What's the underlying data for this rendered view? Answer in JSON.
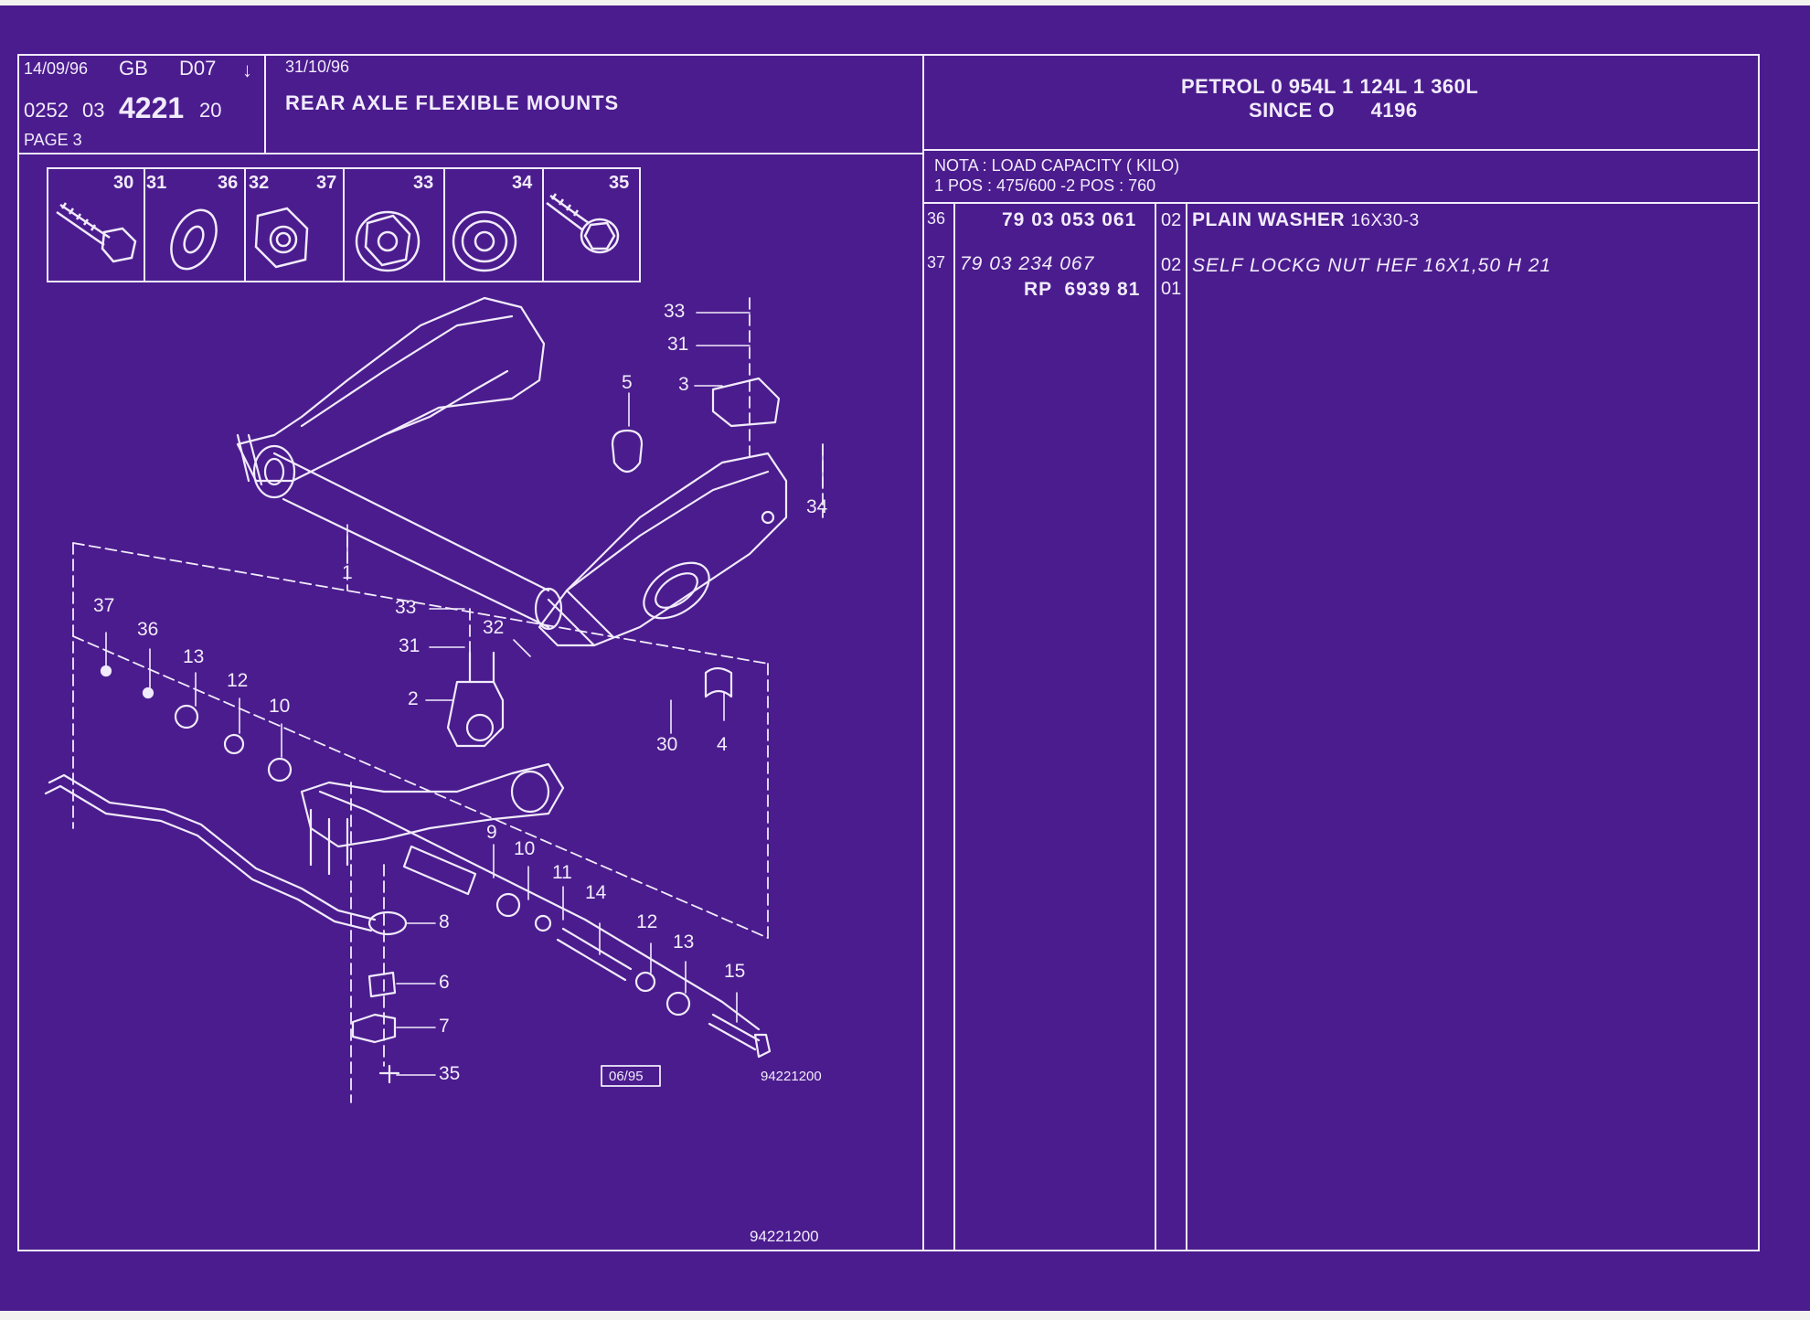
{
  "colors": {
    "background": "#4b1c8e",
    "ink": "#f1ebfb",
    "paper_border": "#f4f2f0"
  },
  "header": {
    "date1": "14/09/96",
    "country": "GB",
    "doc": "D07",
    "arrow": "↓",
    "code_a": "0252",
    "code_b": "03",
    "code_main": "4221",
    "code_c": "20",
    "page": "PAGE 3",
    "date2": "31/10/96",
    "title": "REAR AXLE FLEXIBLE MOUNTS",
    "spec_line1": "PETROL 0 954L 1 124L 1 360L",
    "spec_line2": "SINCE O      4196"
  },
  "note": {
    "line1": "NOTA : LOAD CAPACITY ( KILO)",
    "line2": "1 POS : 475/600 -2 POS : 760"
  },
  "parts_strip": {
    "labels": [
      "30",
      "31",
      "36",
      "32",
      "37",
      "33",
      "34",
      "35"
    ],
    "icons": [
      "bolt-icon",
      "washer-icon",
      "nut-icon",
      "flange-nut-icon",
      "collar-nut-icon",
      "flange-bolt-icon"
    ]
  },
  "parts_table": [
    {
      "pos": "36",
      "ref": "79 03 053 061",
      "qty": "02",
      "desc": "PLAIN WASHER",
      "dim": "16X30-3"
    },
    {
      "pos": "37",
      "ref": "79 03 234 067",
      "qty": "02",
      "desc": "SELF LOCKG NUT HEF 16X1,50 H 21"
    },
    {
      "pos": "",
      "ref": "RP  6939 81",
      "qty": "01",
      "desc": ""
    }
  ],
  "diagram": {
    "callouts": [
      "33",
      "31",
      "3",
      "5",
      "34",
      "1",
      "33",
      "31",
      "32",
      "2",
      "37",
      "36",
      "13",
      "12",
      "10",
      "30",
      "4",
      "9",
      "10",
      "11",
      "14",
      "12",
      "13",
      "15",
      "8",
      "6",
      "7",
      "35"
    ],
    "stamp": "06/95",
    "figure_code": "94221200",
    "figure_code_bottom": "94221200"
  }
}
